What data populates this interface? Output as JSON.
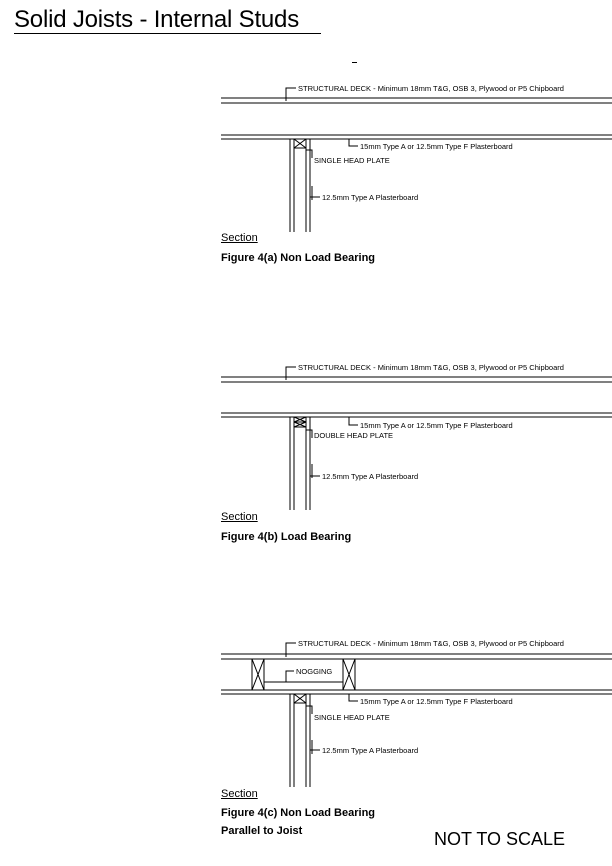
{
  "title": "Solid Joists - Internal Studs",
  "labels": {
    "structural_deck": "STRUCTURAL DECK - Minimum 18mm T&G, OSB 3, Plywood or P5 Chipboard",
    "ceiling_board": "15mm Type A  or 12.5mm Type F Plasterboard",
    "single_head_plate": "SINGLE HEAD PLATE",
    "double_head_plate": "DOUBLE HEAD PLATE",
    "wall_board": "12.5mm Type A Plasterboard",
    "nogging": "NOGGING"
  },
  "figures": [
    {
      "section": "Section",
      "caption": "Figure 4(a) Non Load Bearing"
    },
    {
      "section": "Section",
      "caption": "Figure 4(b) Load Bearing"
    },
    {
      "section": "Section",
      "caption": "Figure 4(c) Non Load Bearing",
      "caption_line2": "Parallel to Joist"
    }
  ],
  "footer": "NOT TO SCALE"
}
